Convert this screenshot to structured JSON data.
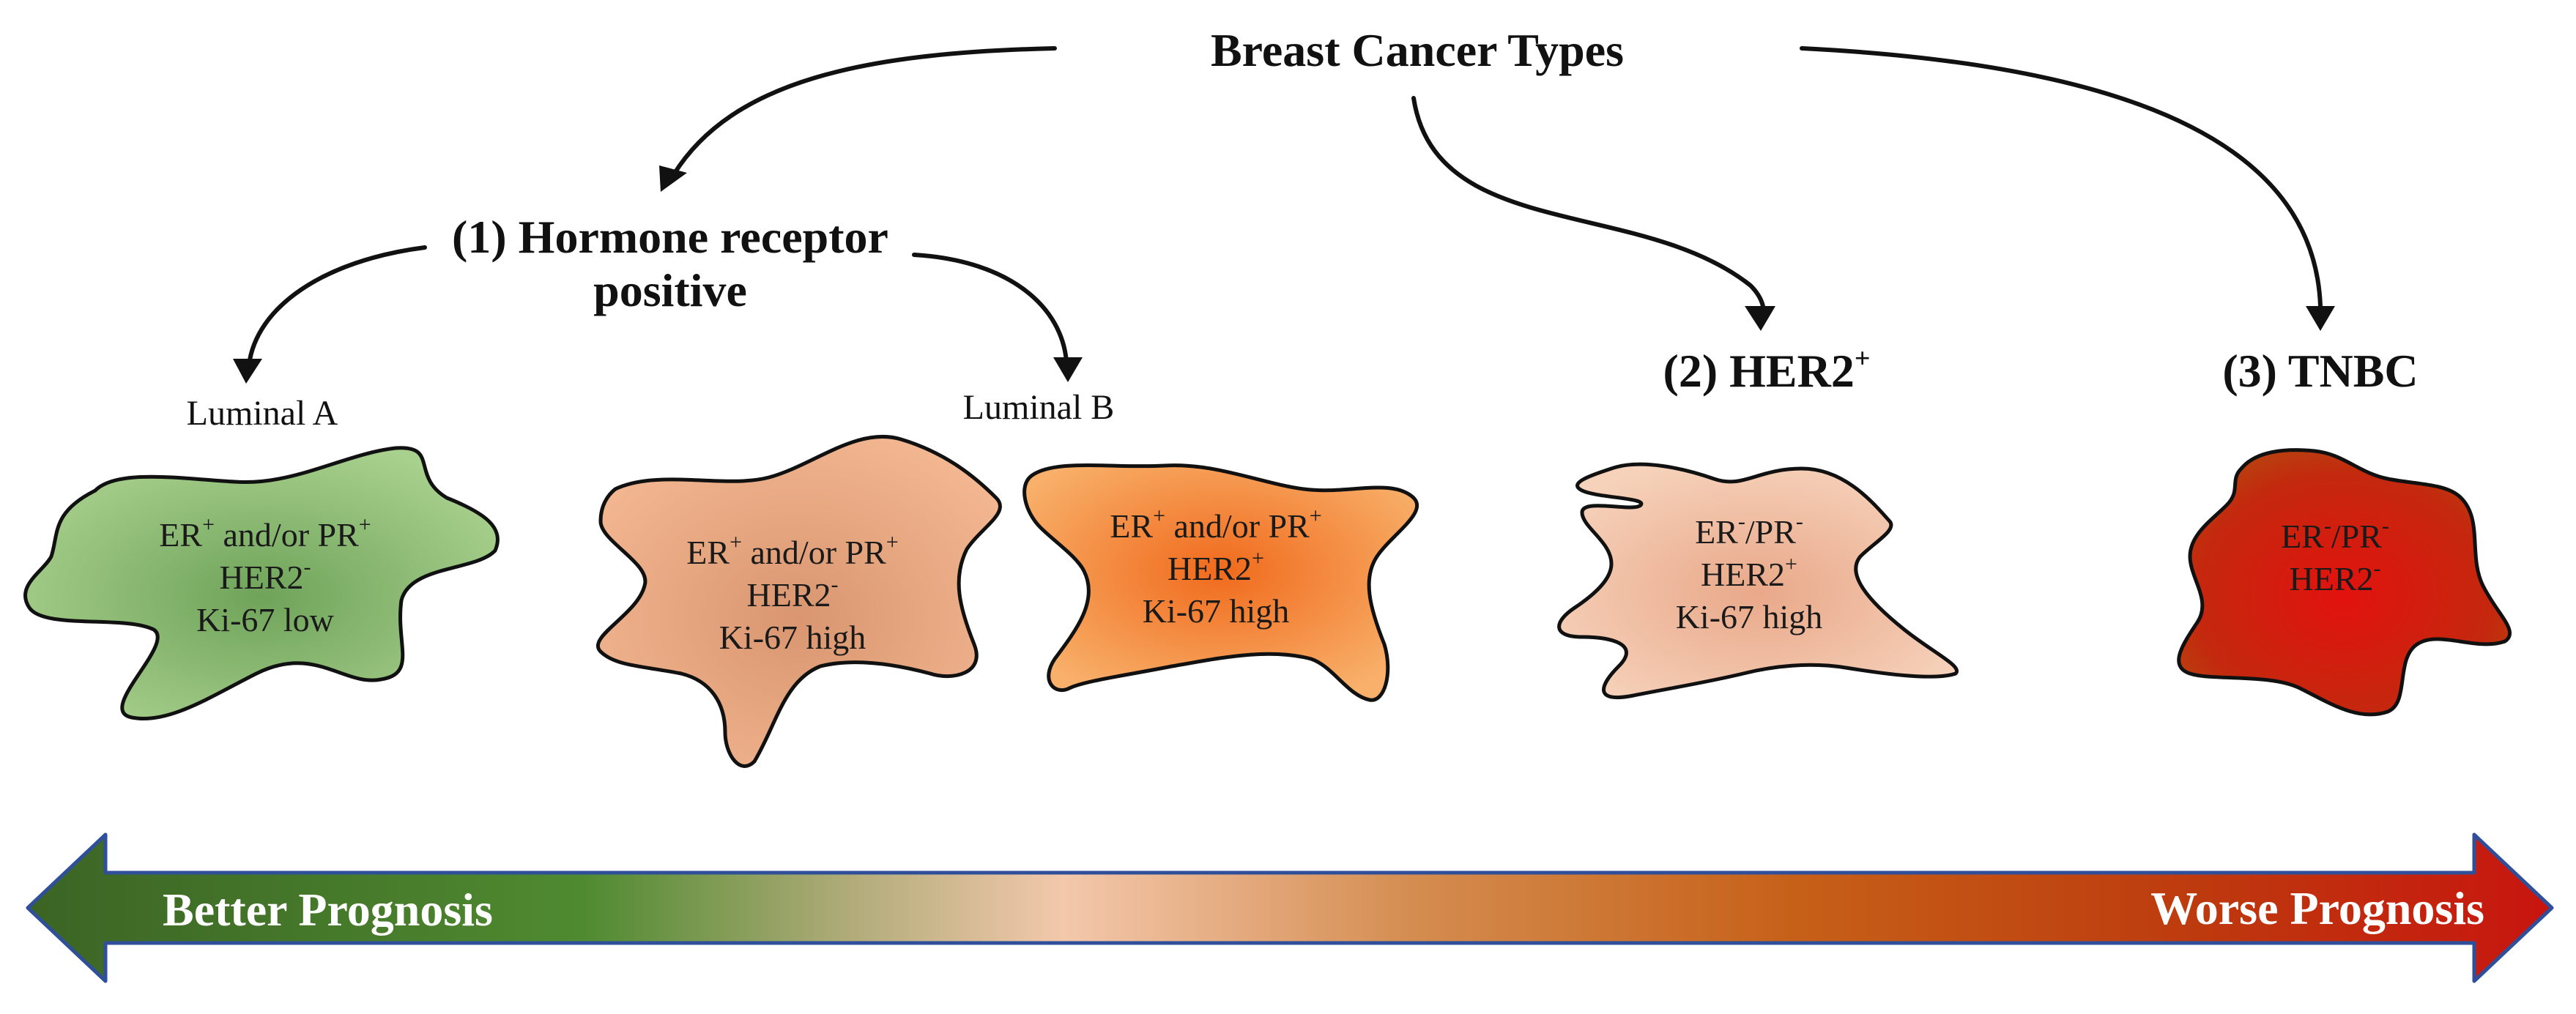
{
  "title": "Breast Cancer Types",
  "categories": {
    "hormone": {
      "line1": "(1) Hormone receptor",
      "line2": "positive"
    },
    "her2": {
      "label": "(2) HER2",
      "sup": "+"
    },
    "tnbc": {
      "label": "(3) TNBC"
    }
  },
  "subtypes": {
    "luminal_a": "Luminal A",
    "luminal_b": "Luminal B"
  },
  "cells": {
    "lumA": {
      "l1": {
        "a": "ER",
        "b": "+",
        "c": " and/or PR",
        "d": "+"
      },
      "l2": {
        "a": "HER2",
        "b": "-"
      },
      "l3": "Ki-67 low"
    },
    "lumB1": {
      "l1": {
        "a": "ER",
        "b": "+",
        "c": " and/or PR",
        "d": "+"
      },
      "l2": {
        "a": "HER2",
        "b": "-"
      },
      "l3": "Ki-67 high"
    },
    "lumB2": {
      "l1": {
        "a": "ER",
        "b": "+",
        "c": " and/or PR",
        "d": "+"
      },
      "l2": {
        "a": "HER2",
        "b": "+"
      },
      "l3": "Ki-67 high"
    },
    "her2": {
      "l1": {
        "a": "ER",
        "b": "-",
        "c": "/PR",
        "d": "-"
      },
      "l2": {
        "a": "HER2",
        "b": "+"
      },
      "l3": "Ki-67 high"
    },
    "tnbc": {
      "l1": {
        "a": "ER",
        "b": "-",
        "c": "/PR",
        "d": "-"
      },
      "l2": {
        "a": "HER2",
        "b": "-"
      }
    }
  },
  "prognosis": {
    "better": "Better Prognosis",
    "worse": "Worse Prognosis"
  },
  "colors": {
    "green": "#4a7a2a",
    "green_light": "#a9d18e",
    "peach": "#f4c6a6",
    "orange": "#f07a2a",
    "red": "#c0150f",
    "outline": "#111111",
    "arrow_border": "#2f4f9a"
  }
}
